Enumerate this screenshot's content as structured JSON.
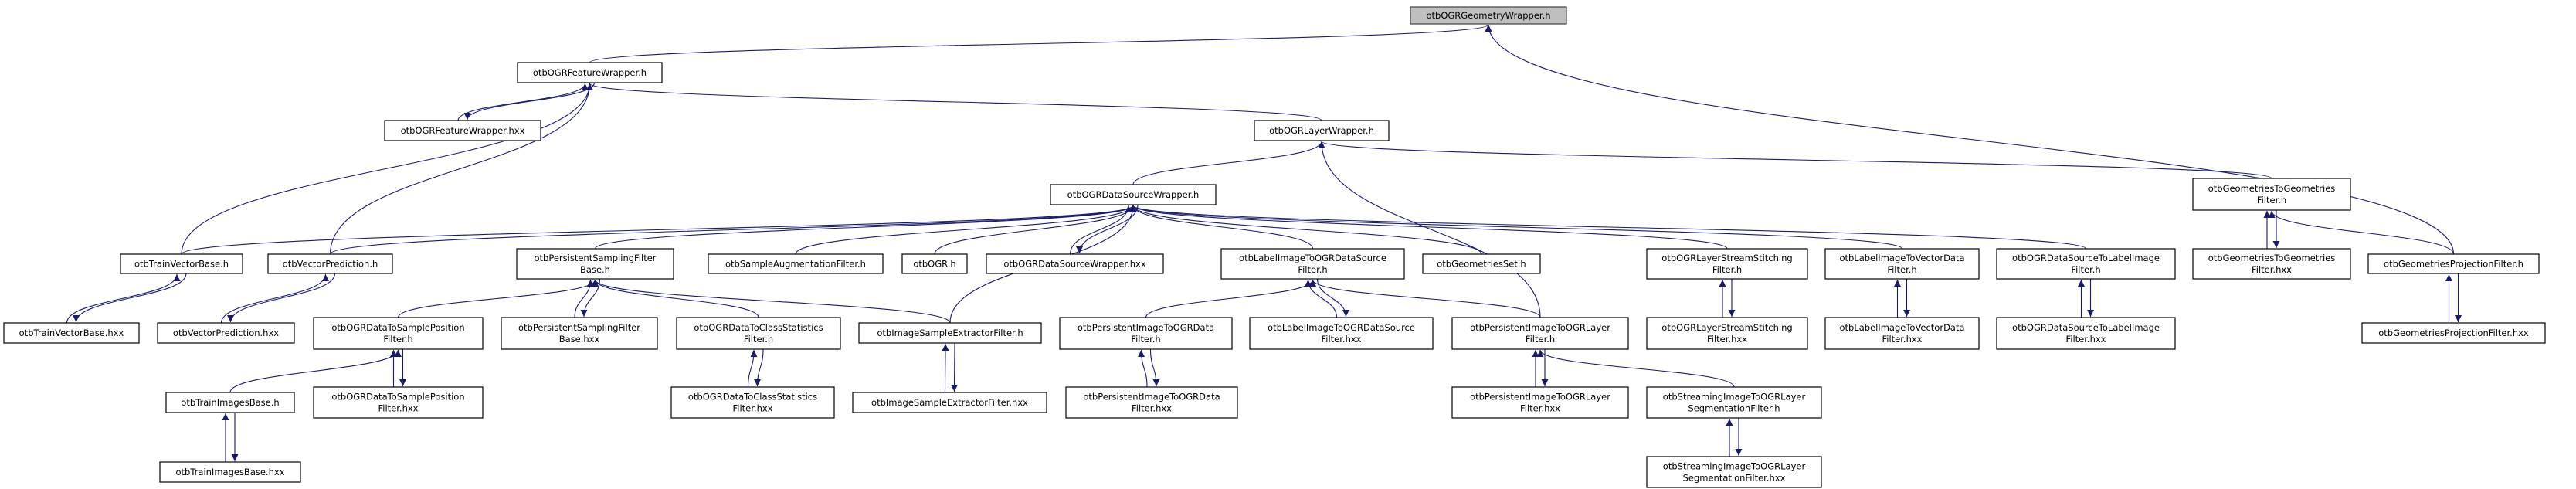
{
  "colors": {
    "edge": "#191970",
    "root_fill": "#bfbfbf",
    "node_fill": "#ffffff",
    "node_border": "#000000"
  },
  "root": "geom",
  "nodes": [
    {
      "id": "geom",
      "label": [
        "otbOGRGeometryWrapper.h"
      ]
    },
    {
      "id": "feat",
      "label": [
        "otbOGRFeatureWrapper.h"
      ]
    },
    {
      "id": "feathxx",
      "label": [
        "otbOGRFeatureWrapper.hxx"
      ]
    },
    {
      "id": "layer",
      "label": [
        "otbOGRLayerWrapper.h"
      ]
    },
    {
      "id": "ds",
      "label": [
        "otbOGRDataSourceWrapper.h"
      ]
    },
    {
      "id": "g2g",
      "label": [
        "otbGeometriesToGeometries",
        "Filter.h"
      ]
    },
    {
      "id": "g2ghxx",
      "label": [
        "otbGeometriesToGeometries",
        "Filter.hxx"
      ]
    },
    {
      "id": "gproj",
      "label": [
        "otbGeometriesProjectionFilter.h"
      ]
    },
    {
      "id": "gprojhxx",
      "label": [
        "otbGeometriesProjectionFilter.hxx"
      ]
    },
    {
      "id": "tvb",
      "label": [
        "otbTrainVectorBase.h"
      ]
    },
    {
      "id": "tvbhxx",
      "label": [
        "otbTrainVectorBase.hxx"
      ]
    },
    {
      "id": "vp",
      "label": [
        "otbVectorPrediction.h"
      ]
    },
    {
      "id": "vphxx",
      "label": [
        "otbVectorPrediction.hxx"
      ]
    },
    {
      "id": "psfb",
      "label": [
        "otbPersistentSamplingFilter",
        "Base.h"
      ]
    },
    {
      "id": "psfbhxx",
      "label": [
        "otbPersistentSamplingFilter",
        "Base.hxx"
      ]
    },
    {
      "id": "saf",
      "label": [
        "otbSampleAugmentationFilter.h"
      ]
    },
    {
      "id": "ogr",
      "label": [
        "otbOGR.h"
      ]
    },
    {
      "id": "dshxx",
      "label": [
        "otbOGRDataSourceWrapper.hxx"
      ]
    },
    {
      "id": "liods",
      "label": [
        "otbLabelImageToOGRDataSource",
        "Filter.h"
      ]
    },
    {
      "id": "liodshxx",
      "label": [
        "otbLabelImageToOGRDataSource",
        "Filter.hxx"
      ]
    },
    {
      "id": "gset",
      "label": [
        "otbGeometriesSet.h"
      ]
    },
    {
      "id": "lss",
      "label": [
        "otbOGRLayerStreamStitching",
        "Filter.h"
      ]
    },
    {
      "id": "lsshxx",
      "label": [
        "otbOGRLayerStreamStitching",
        "Filter.hxx"
      ]
    },
    {
      "id": "livd",
      "label": [
        "otbLabelImageToVectorData",
        "Filter.h"
      ]
    },
    {
      "id": "livdhxx",
      "label": [
        "otbLabelImageToVectorData",
        "Filter.hxx"
      ]
    },
    {
      "id": "dsli",
      "label": [
        "otbOGRDataSourceToLabelImage",
        "Filter.h"
      ]
    },
    {
      "id": "dslihxx",
      "label": [
        "otbOGRDataSourceToLabelImage",
        "Filter.hxx"
      ]
    },
    {
      "id": "dtsp",
      "label": [
        "otbOGRDataToSamplePosition",
        "Filter.h"
      ]
    },
    {
      "id": "dtsphxx",
      "label": [
        "otbOGRDataToSamplePosition",
        "Filter.hxx"
      ]
    },
    {
      "id": "dtcs",
      "label": [
        "otbOGRDataToClassStatistics",
        "Filter.h"
      ]
    },
    {
      "id": "dtcshxx",
      "label": [
        "otbOGRDataToClassStatistics",
        "Filter.hxx"
      ]
    },
    {
      "id": "ise",
      "label": [
        "otbImageSampleExtractorFilter.h"
      ]
    },
    {
      "id": "isehxx",
      "label": [
        "otbImageSampleExtractorFilter.hxx"
      ]
    },
    {
      "id": "piod",
      "label": [
        "otbPersistentImageToOGRData",
        "Filter.h"
      ]
    },
    {
      "id": "piodhxx",
      "label": [
        "otbPersistentImageToOGRData",
        "Filter.hxx"
      ]
    },
    {
      "id": "piol",
      "label": [
        "otbPersistentImageToOGRLayer",
        "Filter.h"
      ]
    },
    {
      "id": "piolhxx",
      "label": [
        "otbPersistentImageToOGRLayer",
        "Filter.hxx"
      ]
    },
    {
      "id": "sseg",
      "label": [
        "otbStreamingImageToOGRLayer",
        "SegmentationFilter.h"
      ]
    },
    {
      "id": "sseghxx",
      "label": [
        "otbStreamingImageToOGRLayer",
        "SegmentationFilter.hxx"
      ]
    },
    {
      "id": "tib",
      "label": [
        "otbTrainImagesBase.h"
      ]
    },
    {
      "id": "tibhxx",
      "label": [
        "otbTrainImagesBase.hxx"
      ]
    }
  ],
  "edges": [
    [
      "feat",
      "geom"
    ],
    [
      "gproj",
      "geom"
    ],
    [
      "feathxx",
      "feat"
    ],
    [
      "feat",
      "feathxx"
    ],
    [
      "tvb",
      "feat"
    ],
    [
      "vp",
      "feat"
    ],
    [
      "layer",
      "feat"
    ],
    [
      "ds",
      "layer"
    ],
    [
      "g2g",
      "layer"
    ],
    [
      "piol",
      "layer"
    ],
    [
      "gproj",
      "g2g"
    ],
    [
      "g2ghxx",
      "g2g"
    ],
    [
      "g2g",
      "g2ghxx"
    ],
    [
      "gprojhxx",
      "gproj"
    ],
    [
      "gproj",
      "gprojhxx"
    ],
    [
      "tvb",
      "ds"
    ],
    [
      "vp",
      "ds"
    ],
    [
      "psfb",
      "ds"
    ],
    [
      "saf",
      "ds"
    ],
    [
      "ogr",
      "ds"
    ],
    [
      "dshxx",
      "ds"
    ],
    [
      "ds",
      "dshxx"
    ],
    [
      "ise",
      "ds"
    ],
    [
      "liods",
      "ds"
    ],
    [
      "gset",
      "ds"
    ],
    [
      "lss",
      "ds"
    ],
    [
      "livd",
      "ds"
    ],
    [
      "dsli",
      "ds"
    ],
    [
      "tvbhxx",
      "tvb"
    ],
    [
      "tvb",
      "tvbhxx"
    ],
    [
      "vphxx",
      "vp"
    ],
    [
      "vp",
      "vphxx"
    ],
    [
      "dtsp",
      "psfb"
    ],
    [
      "psfbhxx",
      "psfb"
    ],
    [
      "psfb",
      "psfbhxx"
    ],
    [
      "dtcs",
      "psfb"
    ],
    [
      "ise",
      "psfb"
    ],
    [
      "tib",
      "dtsp"
    ],
    [
      "dtsphxx",
      "dtsp"
    ],
    [
      "dtsp",
      "dtsphxx"
    ],
    [
      "dtcshxx",
      "dtcs"
    ],
    [
      "dtcs",
      "dtcshxx"
    ],
    [
      "isehxx",
      "ise"
    ],
    [
      "ise",
      "isehxx"
    ],
    [
      "tibhxx",
      "tib"
    ],
    [
      "tib",
      "tibhxx"
    ],
    [
      "piod",
      "liods"
    ],
    [
      "liodshxx",
      "liods"
    ],
    [
      "liods",
      "liodshxx"
    ],
    [
      "piol",
      "liods"
    ],
    [
      "piodhxx",
      "piod"
    ],
    [
      "piod",
      "piodhxx"
    ],
    [
      "piolhxx",
      "piol"
    ],
    [
      "piol",
      "piolhxx"
    ],
    [
      "sseg",
      "piol"
    ],
    [
      "sseghxx",
      "sseg"
    ],
    [
      "sseg",
      "sseghxx"
    ],
    [
      "lsshxx",
      "lss"
    ],
    [
      "lss",
      "lsshxx"
    ],
    [
      "livdhxx",
      "livd"
    ],
    [
      "livd",
      "livdhxx"
    ],
    [
      "dslihxx",
      "dsli"
    ],
    [
      "dsli",
      "dslihxx"
    ]
  ]
}
